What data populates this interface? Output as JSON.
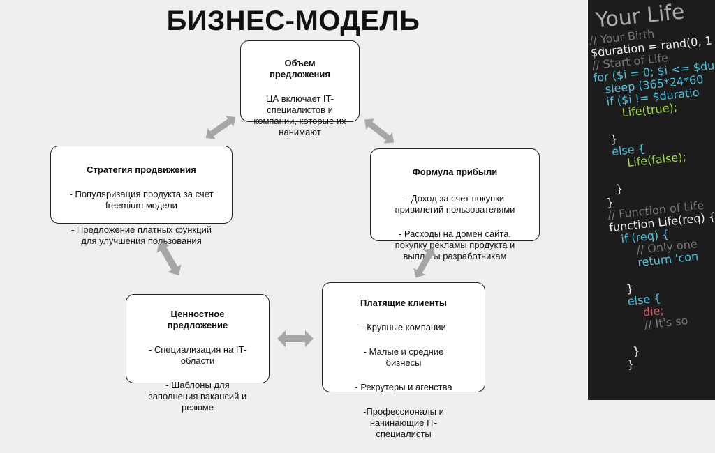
{
  "title": "БИЗНЕС-МОДЕЛЬ",
  "boxes": {
    "volume": {
      "heading": "Объем\nпредложения",
      "items": [
        "ЦА включает IT-\nспециалистов и\nкомпании, которые их\nнанимают"
      ]
    },
    "strategy": {
      "heading": "Стратегия продвижения",
      "items": [
        "- Популяризация продукта за счет\nfreemium модели",
        "- Предложение платных функций\nдля улучшения пользования"
      ]
    },
    "profit": {
      "heading": "Формула прибыли",
      "items": [
        "- Доход за счет покупки\nпривилегий пользователями",
        "- Расходы на домен сайта,\nпокупку рекламы продукта и\nвыплаты разработчикам"
      ]
    },
    "value": {
      "heading": "Ценностное\nпредложение",
      "items": [
        "- Специализация на IT-\nобласти",
        "- Шаблоны для\nзаполнения вакансий и\nрезюме"
      ]
    },
    "clients": {
      "heading": "Платящие клиенты",
      "items": [
        "- Крупные компании",
        "- Малые и средние\nбизнесы",
        "- Рекрутеры и агенства",
        "-Профессионалы и\nначинающие IT-\nспециалисты"
      ]
    }
  },
  "code_image": {
    "title": "Your Life",
    "lines": [
      "// Your Birth",
      "$duration = rand(0, 1",
      "// Start of Life",
      "for ($i = 0; $i <= $du",
      "sleep (365*24*60",
      "if ($i != $duratio",
      "Life(true);",
      "}",
      "else {",
      "Life(false);",
      "}",
      "}",
      "// Function of Life",
      "function Life(req) {",
      "if (req) {",
      "// Only one",
      "return 'con",
      "}",
      "else {",
      "die;",
      "// It's so",
      "}",
      "}"
    ]
  },
  "colors": {
    "arrow": "#a6a6a6",
    "background": "#efefef",
    "code_bg": "#1c1c1c"
  }
}
